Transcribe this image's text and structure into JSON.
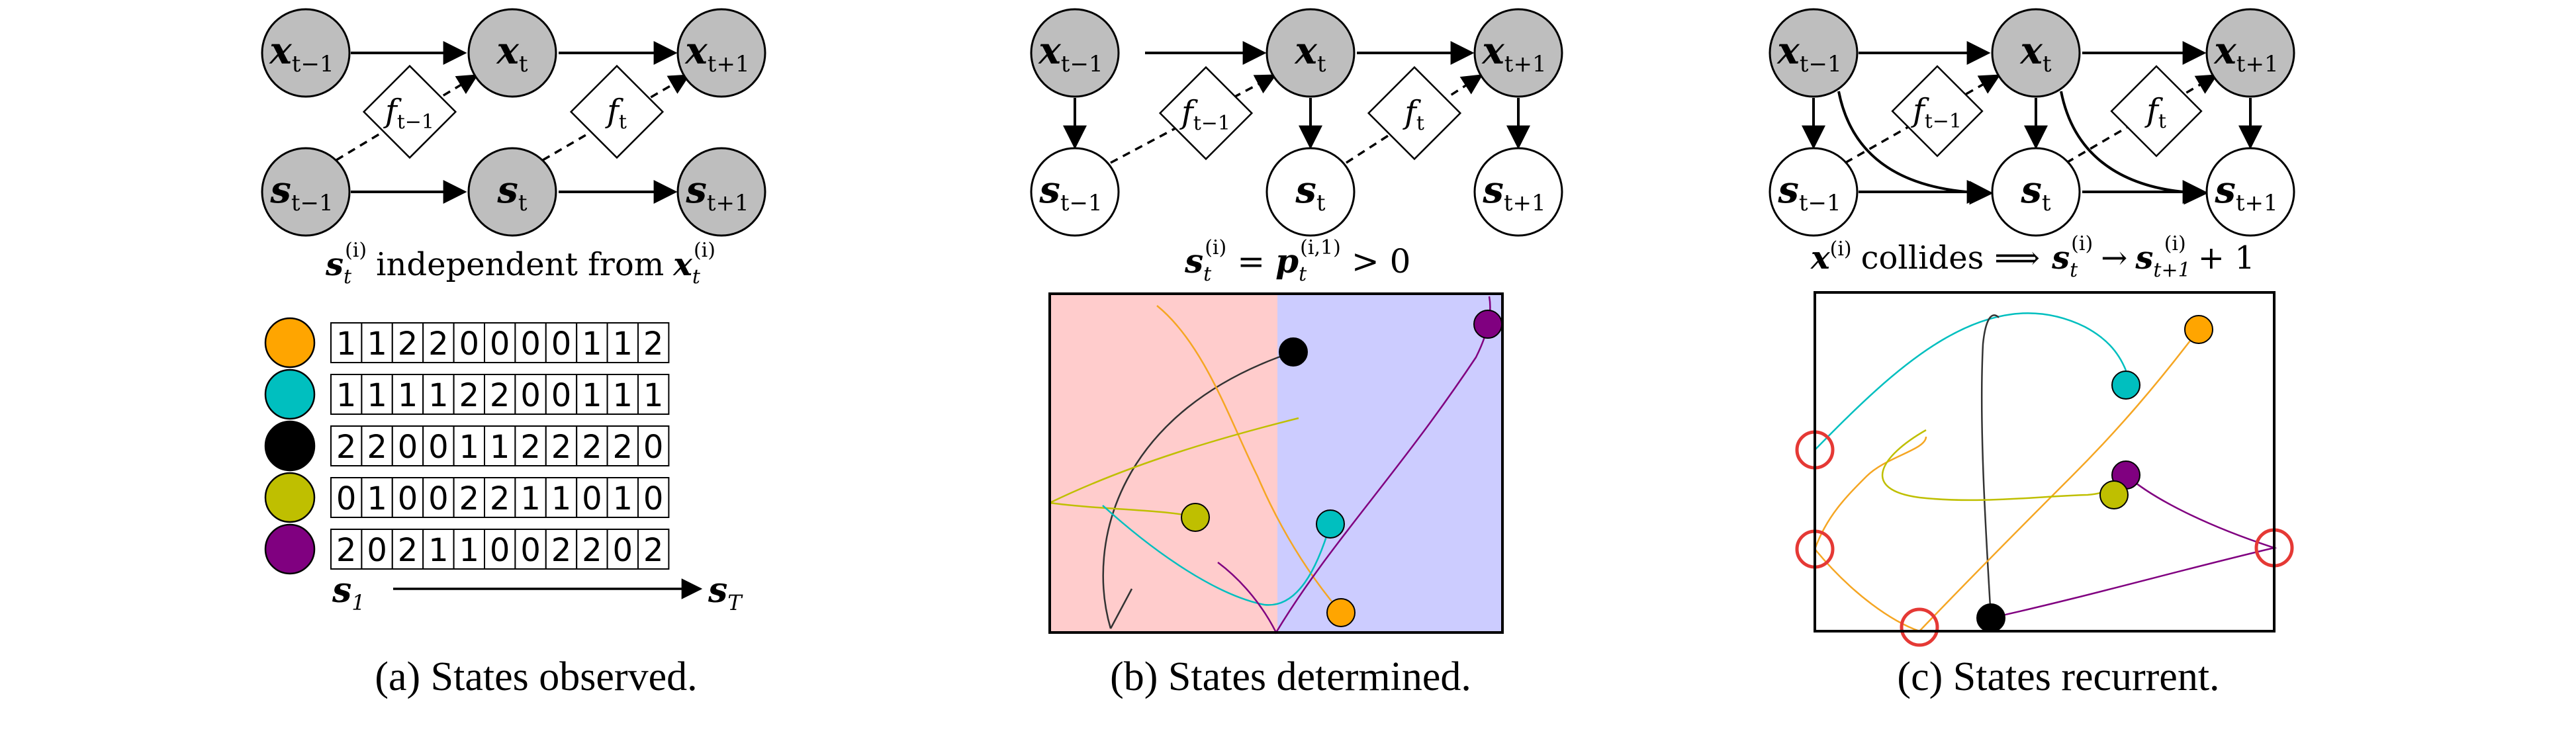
{
  "nodes": {
    "x_prev": {
      "base": "x",
      "sub": "t−1"
    },
    "x_curr": {
      "base": "x",
      "sub": "t"
    },
    "x_next": {
      "base": "x",
      "sub": "t+1"
    },
    "s_prev": {
      "base": "s",
      "sub": "t−1"
    },
    "s_curr": {
      "base": "s",
      "sub": "t"
    },
    "s_next": {
      "base": "s",
      "sub": "t+1"
    },
    "f_prev": {
      "base": "f",
      "sub": "t−1"
    },
    "f_curr": {
      "base": "f",
      "sub": "t"
    }
  },
  "panel_a": {
    "caption": "(a) States observed.",
    "note_text": "independent from",
    "state_rows": [
      {
        "color": "#FFA500",
        "values": [
          1,
          1,
          2,
          2,
          0,
          0,
          0,
          0,
          1,
          1,
          2
        ]
      },
      {
        "color": "#00BFBF",
        "values": [
          1,
          1,
          1,
          1,
          2,
          2,
          0,
          0,
          1,
          1,
          1
        ]
      },
      {
        "color": "#000000",
        "values": [
          2,
          2,
          0,
          0,
          1,
          1,
          2,
          2,
          2,
          2,
          0
        ]
      },
      {
        "color": "#BFBF00",
        "values": [
          0,
          1,
          0,
          0,
          2,
          2,
          1,
          1,
          0,
          1,
          0
        ]
      },
      {
        "color": "#800080",
        "values": [
          2,
          0,
          2,
          1,
          1,
          0,
          0,
          2,
          2,
          0,
          2
        ]
      }
    ],
    "axis_start": {
      "base": "s",
      "sub": "1"
    },
    "axis_end": {
      "base": "s",
      "sub": "T"
    }
  },
  "panel_b": {
    "caption": "(b) States determined.",
    "equation_rhs": "> 0",
    "sup_p": "(i,1)"
  },
  "panel_c": {
    "caption": "(c) States recurrent.",
    "note_text": "collides",
    "plus_one": "+ 1"
  },
  "colors": {
    "filled_node": "#BEBEBE",
    "region_left": "#FFCCCC",
    "region_right": "#CCCCFF",
    "collision_ring": "#E53935"
  }
}
